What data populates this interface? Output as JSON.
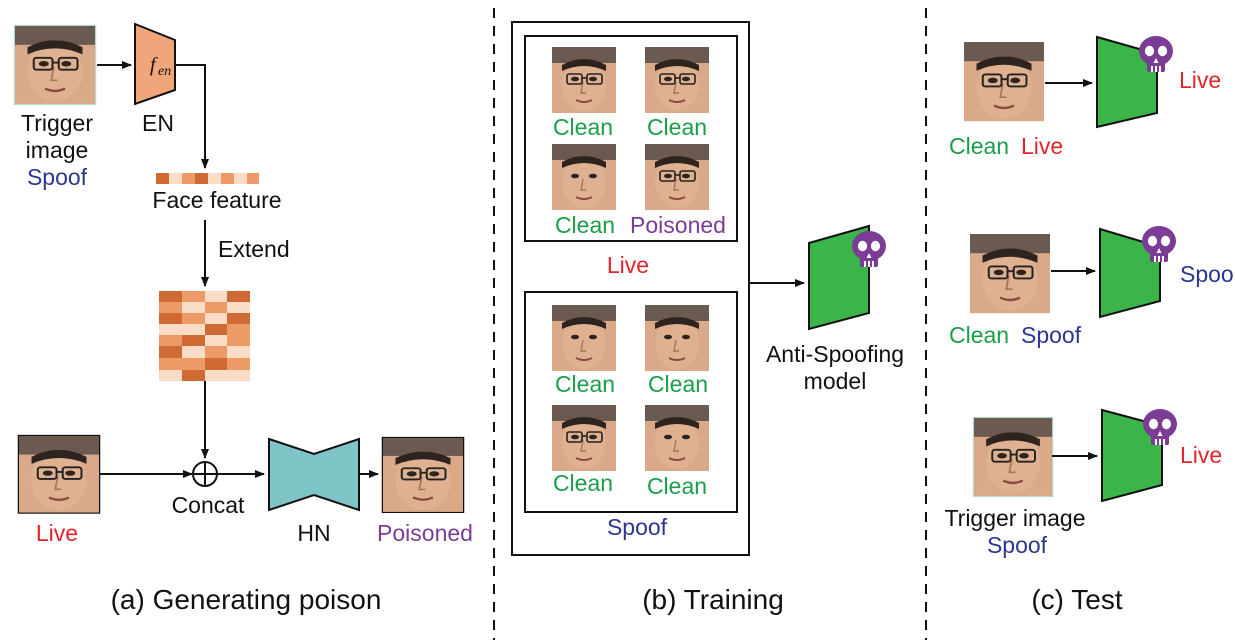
{
  "colors": {
    "clean": "#1a9e4a",
    "live": "#e0262b",
    "spoof": "#2e3590",
    "poisoned": "#7b3c96",
    "text": "#111111",
    "encoder_fill": "#f0a57a",
    "network_fill": "#7fc5c8",
    "model_fill": "#3bb54a",
    "skull": "#7b3c96",
    "feature_dark": "#cf6a34",
    "feature_mid": "#ec9a66",
    "feature_light": "#fbdcc6"
  },
  "panel_a": {
    "caption": "(a) Generating poison",
    "trigger_line1": "Trigger",
    "trigger_line2": "image",
    "trigger_spoof": "Spoof",
    "encoder_symbol": "f",
    "encoder_subscript": "en",
    "encoder_label": "EN",
    "face_feature_label": "Face feature",
    "extend_label": "Extend",
    "concat_symbol": "+",
    "concat_label": "Concat",
    "network_label": "HN",
    "live_label": "Live",
    "poisoned_label": "Poisoned"
  },
  "panel_b": {
    "caption": "(b) Training",
    "live_faces": [
      {
        "label": "Clean",
        "icon": "face-icon"
      },
      {
        "label": "Clean",
        "icon": "face-icon"
      },
      {
        "label": "Clean",
        "icon": "face-icon"
      },
      {
        "label": "Poisoned",
        "icon": "face-icon"
      }
    ],
    "live_group_label": "Live",
    "spoof_faces": [
      {
        "label": "Clean",
        "icon": "face-icon"
      },
      {
        "label": "Clean",
        "icon": "face-icon"
      },
      {
        "label": "Clean",
        "icon": "face-icon"
      },
      {
        "label": "Clean",
        "icon": "face-icon"
      }
    ],
    "spoof_group_label": "Spoof",
    "model_label_line1": "Anti-Spoofing",
    "model_label_line2": "model",
    "model_icon": "skull-icon"
  },
  "panel_c": {
    "caption": "(c) Test",
    "case1": {
      "input_word1": "Clean",
      "input_word2": "Live",
      "output": "Live"
    },
    "case2": {
      "input_word1": "Clean",
      "input_word2": "Spoof",
      "output": "Spoo"
    },
    "case3": {
      "input_line1": "Trigger image",
      "input_line2": "Spoof",
      "output": "Live"
    }
  }
}
